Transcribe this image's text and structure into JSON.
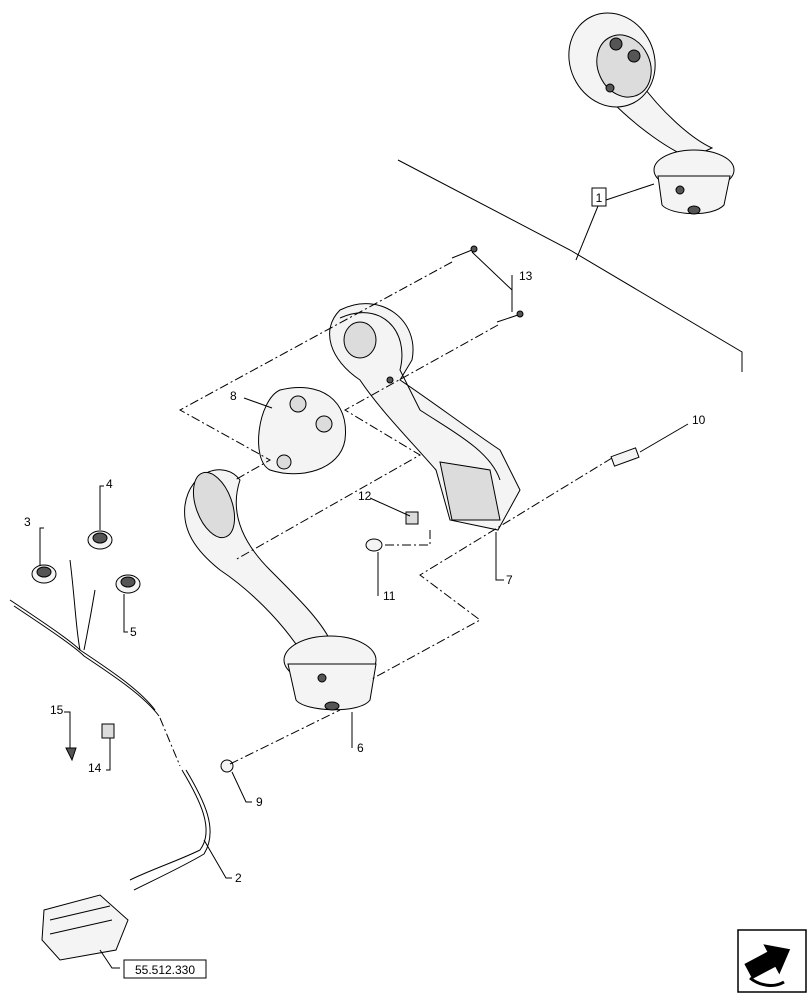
{
  "callouts": {
    "c1": "1",
    "c2": "2",
    "c3": "3",
    "c4": "4",
    "c5": "5",
    "c6": "6",
    "c7": "7",
    "c8": "8",
    "c9": "9",
    "c10": "10",
    "c11": "11",
    "c12": "12",
    "c13": "13",
    "c14": "14",
    "c15": "15"
  },
  "reference_label": "55.512.330",
  "nav_icon": "next-page-arrow-icon"
}
